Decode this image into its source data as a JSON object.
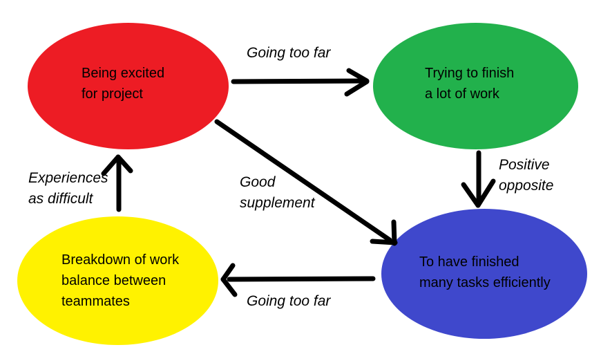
{
  "diagram": {
    "nodes": [
      {
        "id": "excited",
        "label": "Being excited\nfor project",
        "color": "#ed1c24"
      },
      {
        "id": "trying",
        "label": "Trying to finish\na lot of work",
        "color": "#22b14c"
      },
      {
        "id": "finished",
        "label": "To have finished\nmany tasks efficiently",
        "color": "#3f48cc"
      },
      {
        "id": "breakdown",
        "label": "Breakdown of work\nbalance between\nteammates",
        "color": "#fff200"
      }
    ],
    "edges": [
      {
        "from": "excited",
        "to": "trying",
        "label": "Going too far"
      },
      {
        "from": "trying",
        "to": "finished",
        "label": "Positive\nopposite"
      },
      {
        "from": "excited",
        "to": "finished",
        "label": "Good\nsupplement"
      },
      {
        "from": "finished",
        "to": "breakdown",
        "label": "Going too far"
      },
      {
        "from": "breakdown",
        "to": "excited",
        "label": "Experiences\nas difficult"
      }
    ],
    "colors": {
      "arrow": "#000000",
      "text": "#000000",
      "background": "#ffffff"
    }
  }
}
